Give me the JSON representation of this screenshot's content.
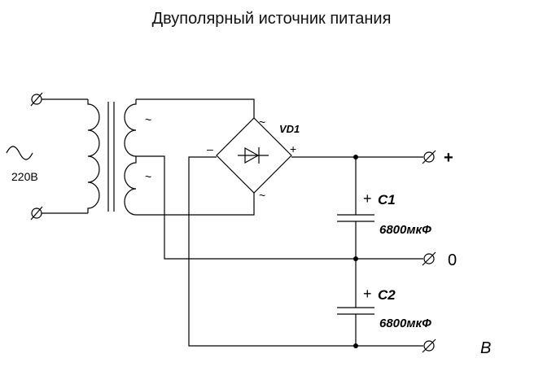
{
  "title": "Двуполярный источник питания",
  "input": {
    "voltage": "220В",
    "ac_symbol": "~"
  },
  "bridge": {
    "ref": "VD1",
    "minus": "–",
    "plus": "+",
    "ac": "~"
  },
  "caps": [
    {
      "ref": "C1",
      "value": "6800мкФ",
      "polarity": "+"
    },
    {
      "ref": "C2",
      "value": "6800мкФ",
      "polarity": "+"
    }
  ],
  "outputs": {
    "top": "+",
    "middle": "0",
    "bottom": "В"
  }
}
